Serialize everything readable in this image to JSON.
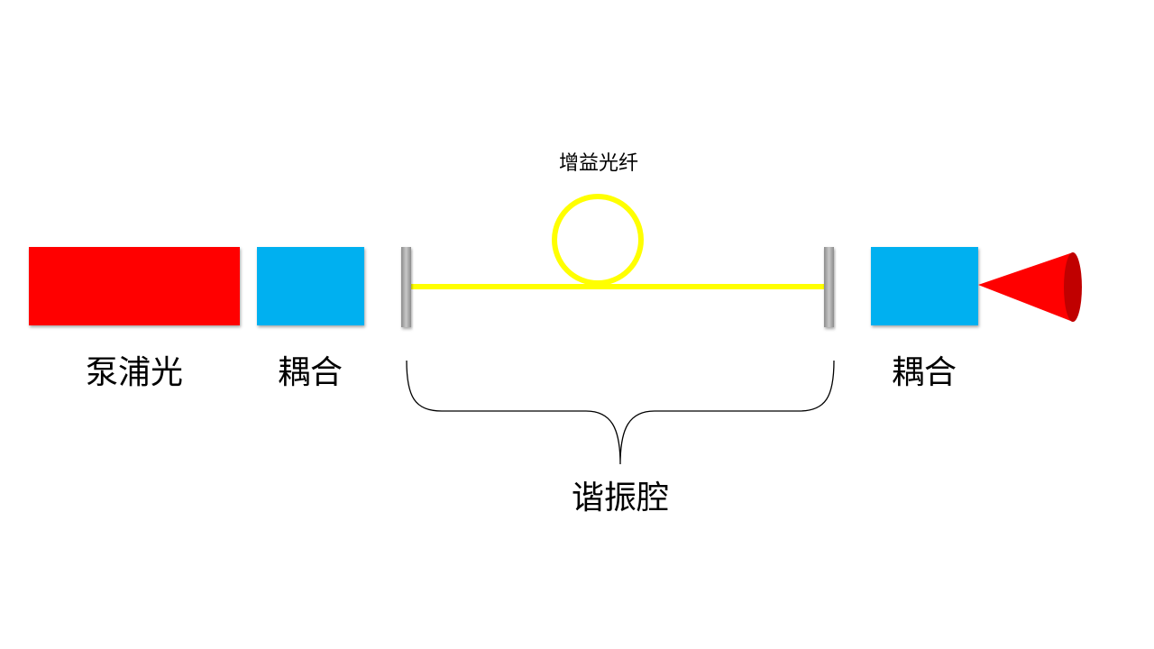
{
  "labels": {
    "pump_light": "泵浦光",
    "coupler_left": "耦合",
    "gain_fiber": "增益光纤",
    "coupler_right": "耦合",
    "resonator": "谐振腔"
  },
  "colors": {
    "pump": "#ff0000",
    "coupler": "#00b0f0",
    "fiber": "#ffff00",
    "mirror": "#a6a6a6",
    "output_beam": "#ff0000",
    "output_beam_edge": "#c00000",
    "brace": "#000000"
  }
}
